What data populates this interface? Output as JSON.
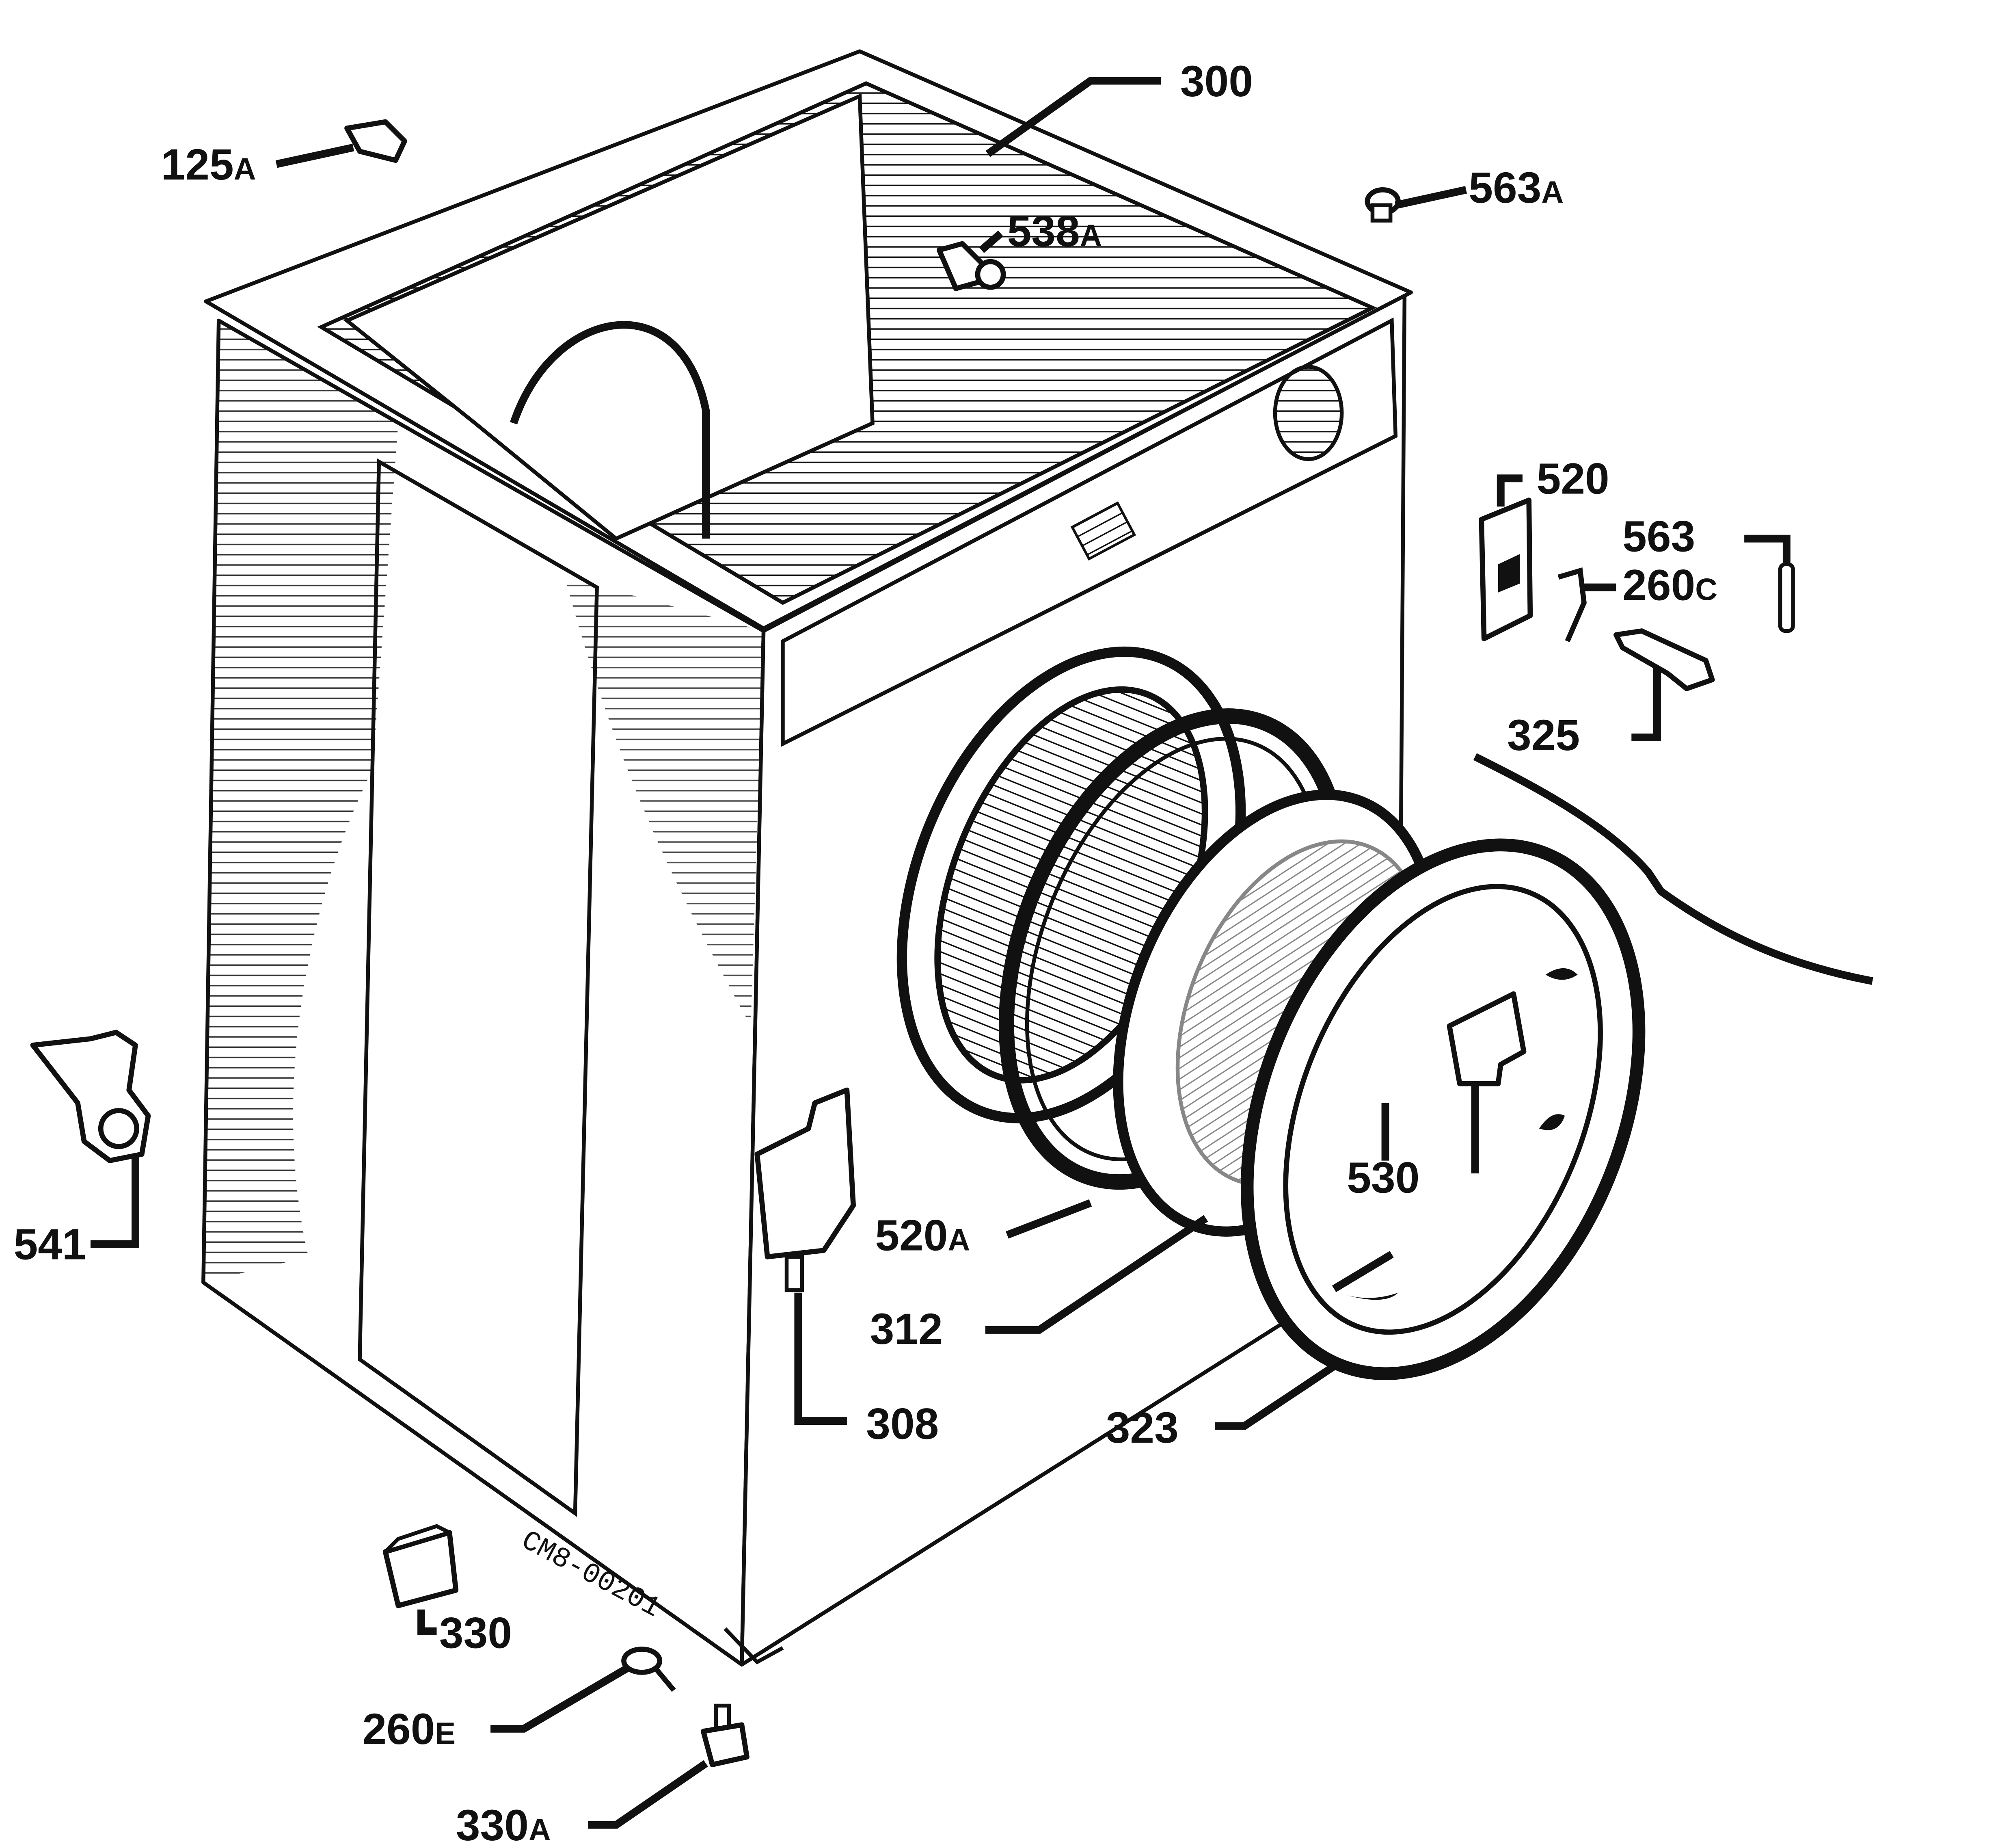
{
  "drawing_code": "CM8-00201",
  "parts": {
    "p300": {
      "number": "300",
      "suffix": ""
    },
    "p125A": {
      "number": "125",
      "suffix": "A"
    },
    "p538A": {
      "number": "538",
      "suffix": "A"
    },
    "p563A": {
      "number": "563",
      "suffix": "A"
    },
    "p520": {
      "number": "520",
      "suffix": ""
    },
    "p563": {
      "number": "563",
      "suffix": ""
    },
    "p260C": {
      "number": "260",
      "suffix": "C"
    },
    "p325": {
      "number": "325",
      "suffix": ""
    },
    "p541": {
      "number": "541",
      "suffix": ""
    },
    "p530": {
      "number": "530",
      "suffix": ""
    },
    "p520A": {
      "number": "520",
      "suffix": "A"
    },
    "p312": {
      "number": "312",
      "suffix": ""
    },
    "p308": {
      "number": "308",
      "suffix": ""
    },
    "p323": {
      "number": "323",
      "suffix": ""
    },
    "p330": {
      "number": "330",
      "suffix": ""
    },
    "p260E": {
      "number": "260",
      "suffix": "E"
    },
    "p330A": {
      "number": "330",
      "suffix": "A"
    }
  }
}
